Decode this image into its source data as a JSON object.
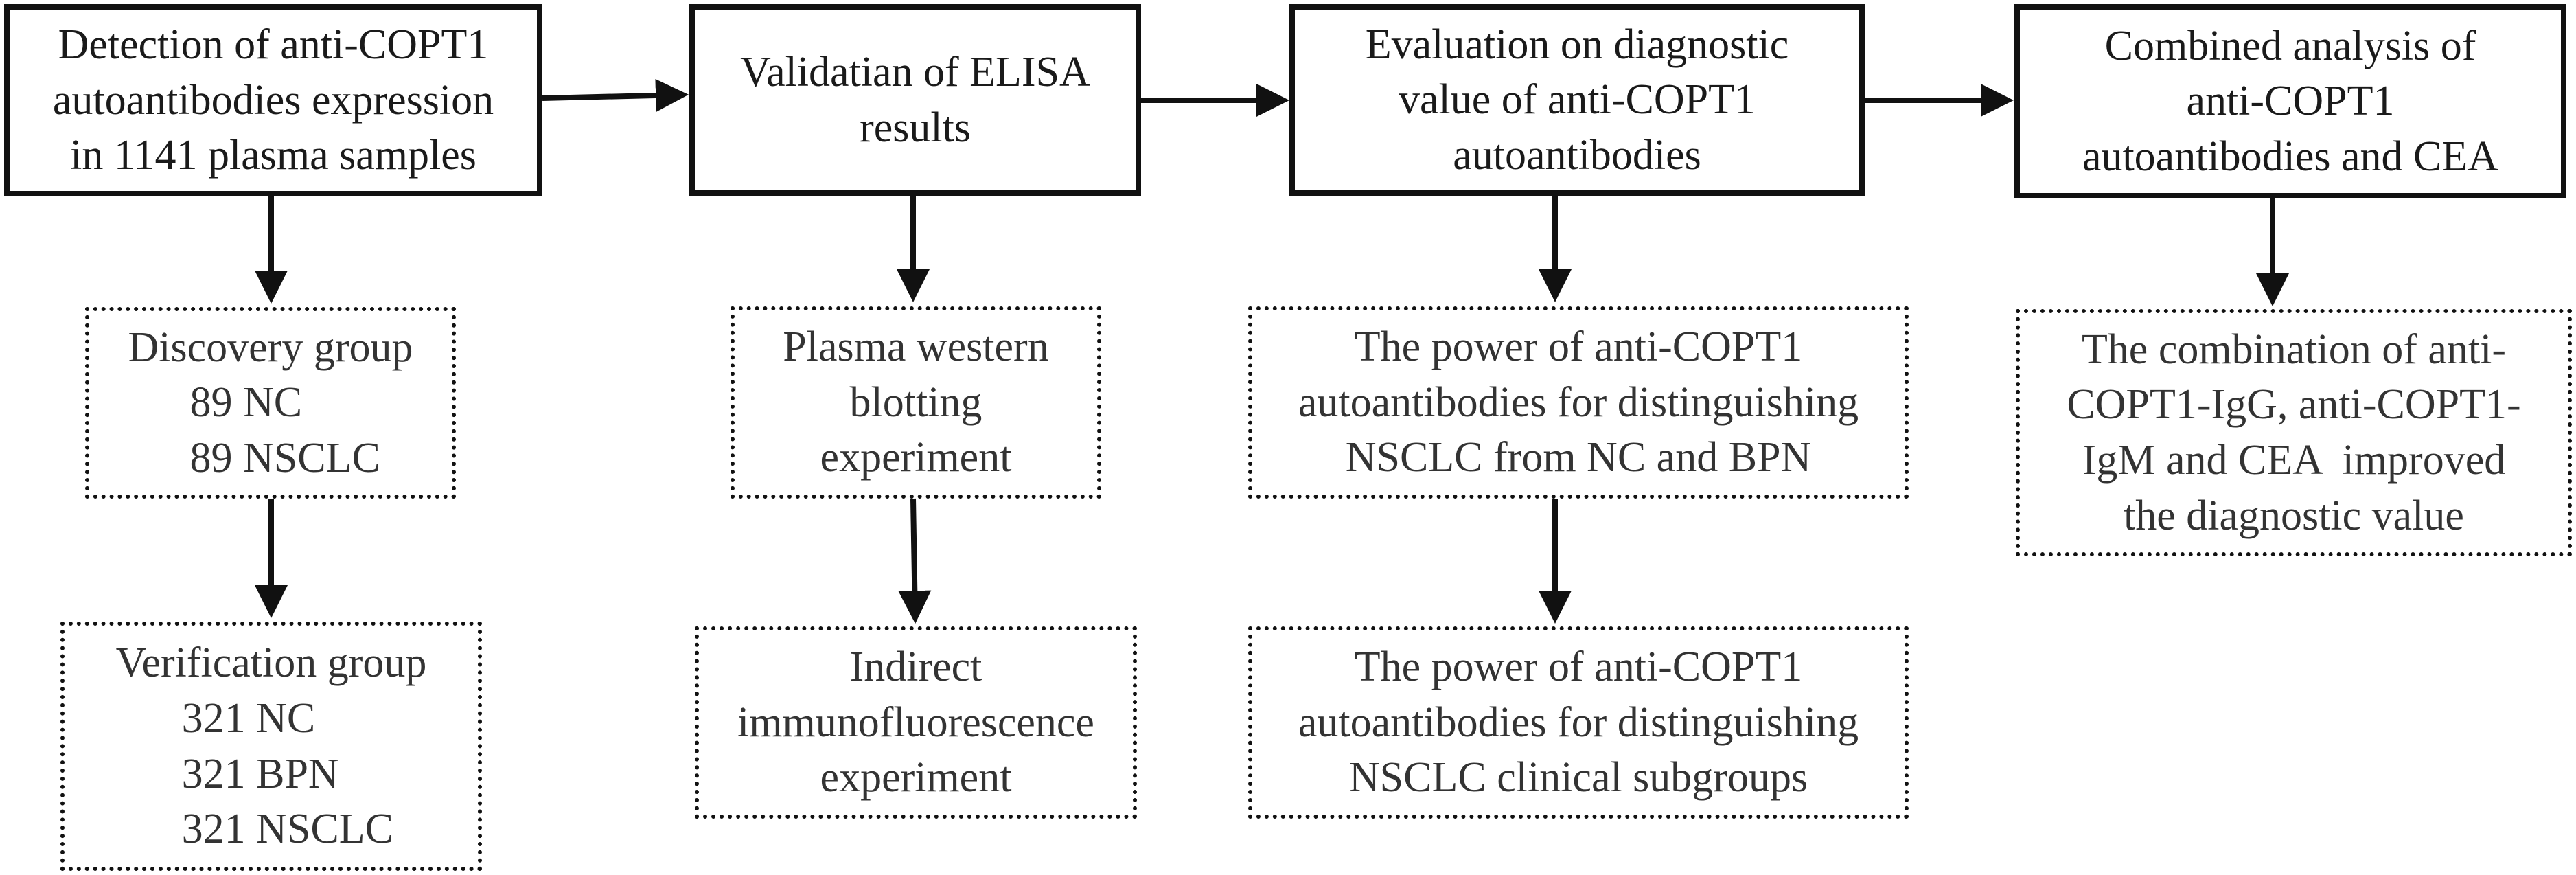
{
  "diagram": {
    "steps": [
      {
        "lines": [
          "Detection of anti-COPT1",
          "autoantibodies expression",
          "in 1141 plasma samples"
        ]
      },
      {
        "lines": [
          "Validatian of ELISA",
          "results"
        ]
      },
      {
        "lines": [
          "Evaluation on diagnostic",
          "value of anti-COPT1",
          "autoantibodies"
        ]
      },
      {
        "lines": [
          "Combined analysis of",
          "anti-COPT1",
          "autoantibodies and CEA"
        ]
      }
    ],
    "details": {
      "discovery": {
        "title": "Discovery group",
        "items": [
          "89 NC",
          "89 NSCLC"
        ]
      },
      "verification": {
        "title": "Verification group",
        "items": [
          "321 NC",
          "321 BPN",
          "321 NSCLC"
        ]
      },
      "western": {
        "lines": [
          "Plasma western",
          "blotting",
          "experiment"
        ]
      },
      "immuno": {
        "lines": [
          "Indirect",
          "immunofluorescence",
          "experiment"
        ]
      },
      "power_nc_bpn": {
        "lines": [
          "The power of anti-COPT1",
          "autoantibodies for distinguishing",
          "NSCLC from NC and BPN"
        ]
      },
      "power_subgroups": {
        "lines": [
          "The power of anti-COPT1",
          "autoantibodies for distinguishing",
          "NSCLC clinical subgroups"
        ]
      },
      "combination": {
        "lines": [
          "The combination of anti-",
          "COPT1-IgG, anti-COPT1-",
          "IgM and CEA  improved",
          "the diagnostic value"
        ]
      }
    }
  }
}
